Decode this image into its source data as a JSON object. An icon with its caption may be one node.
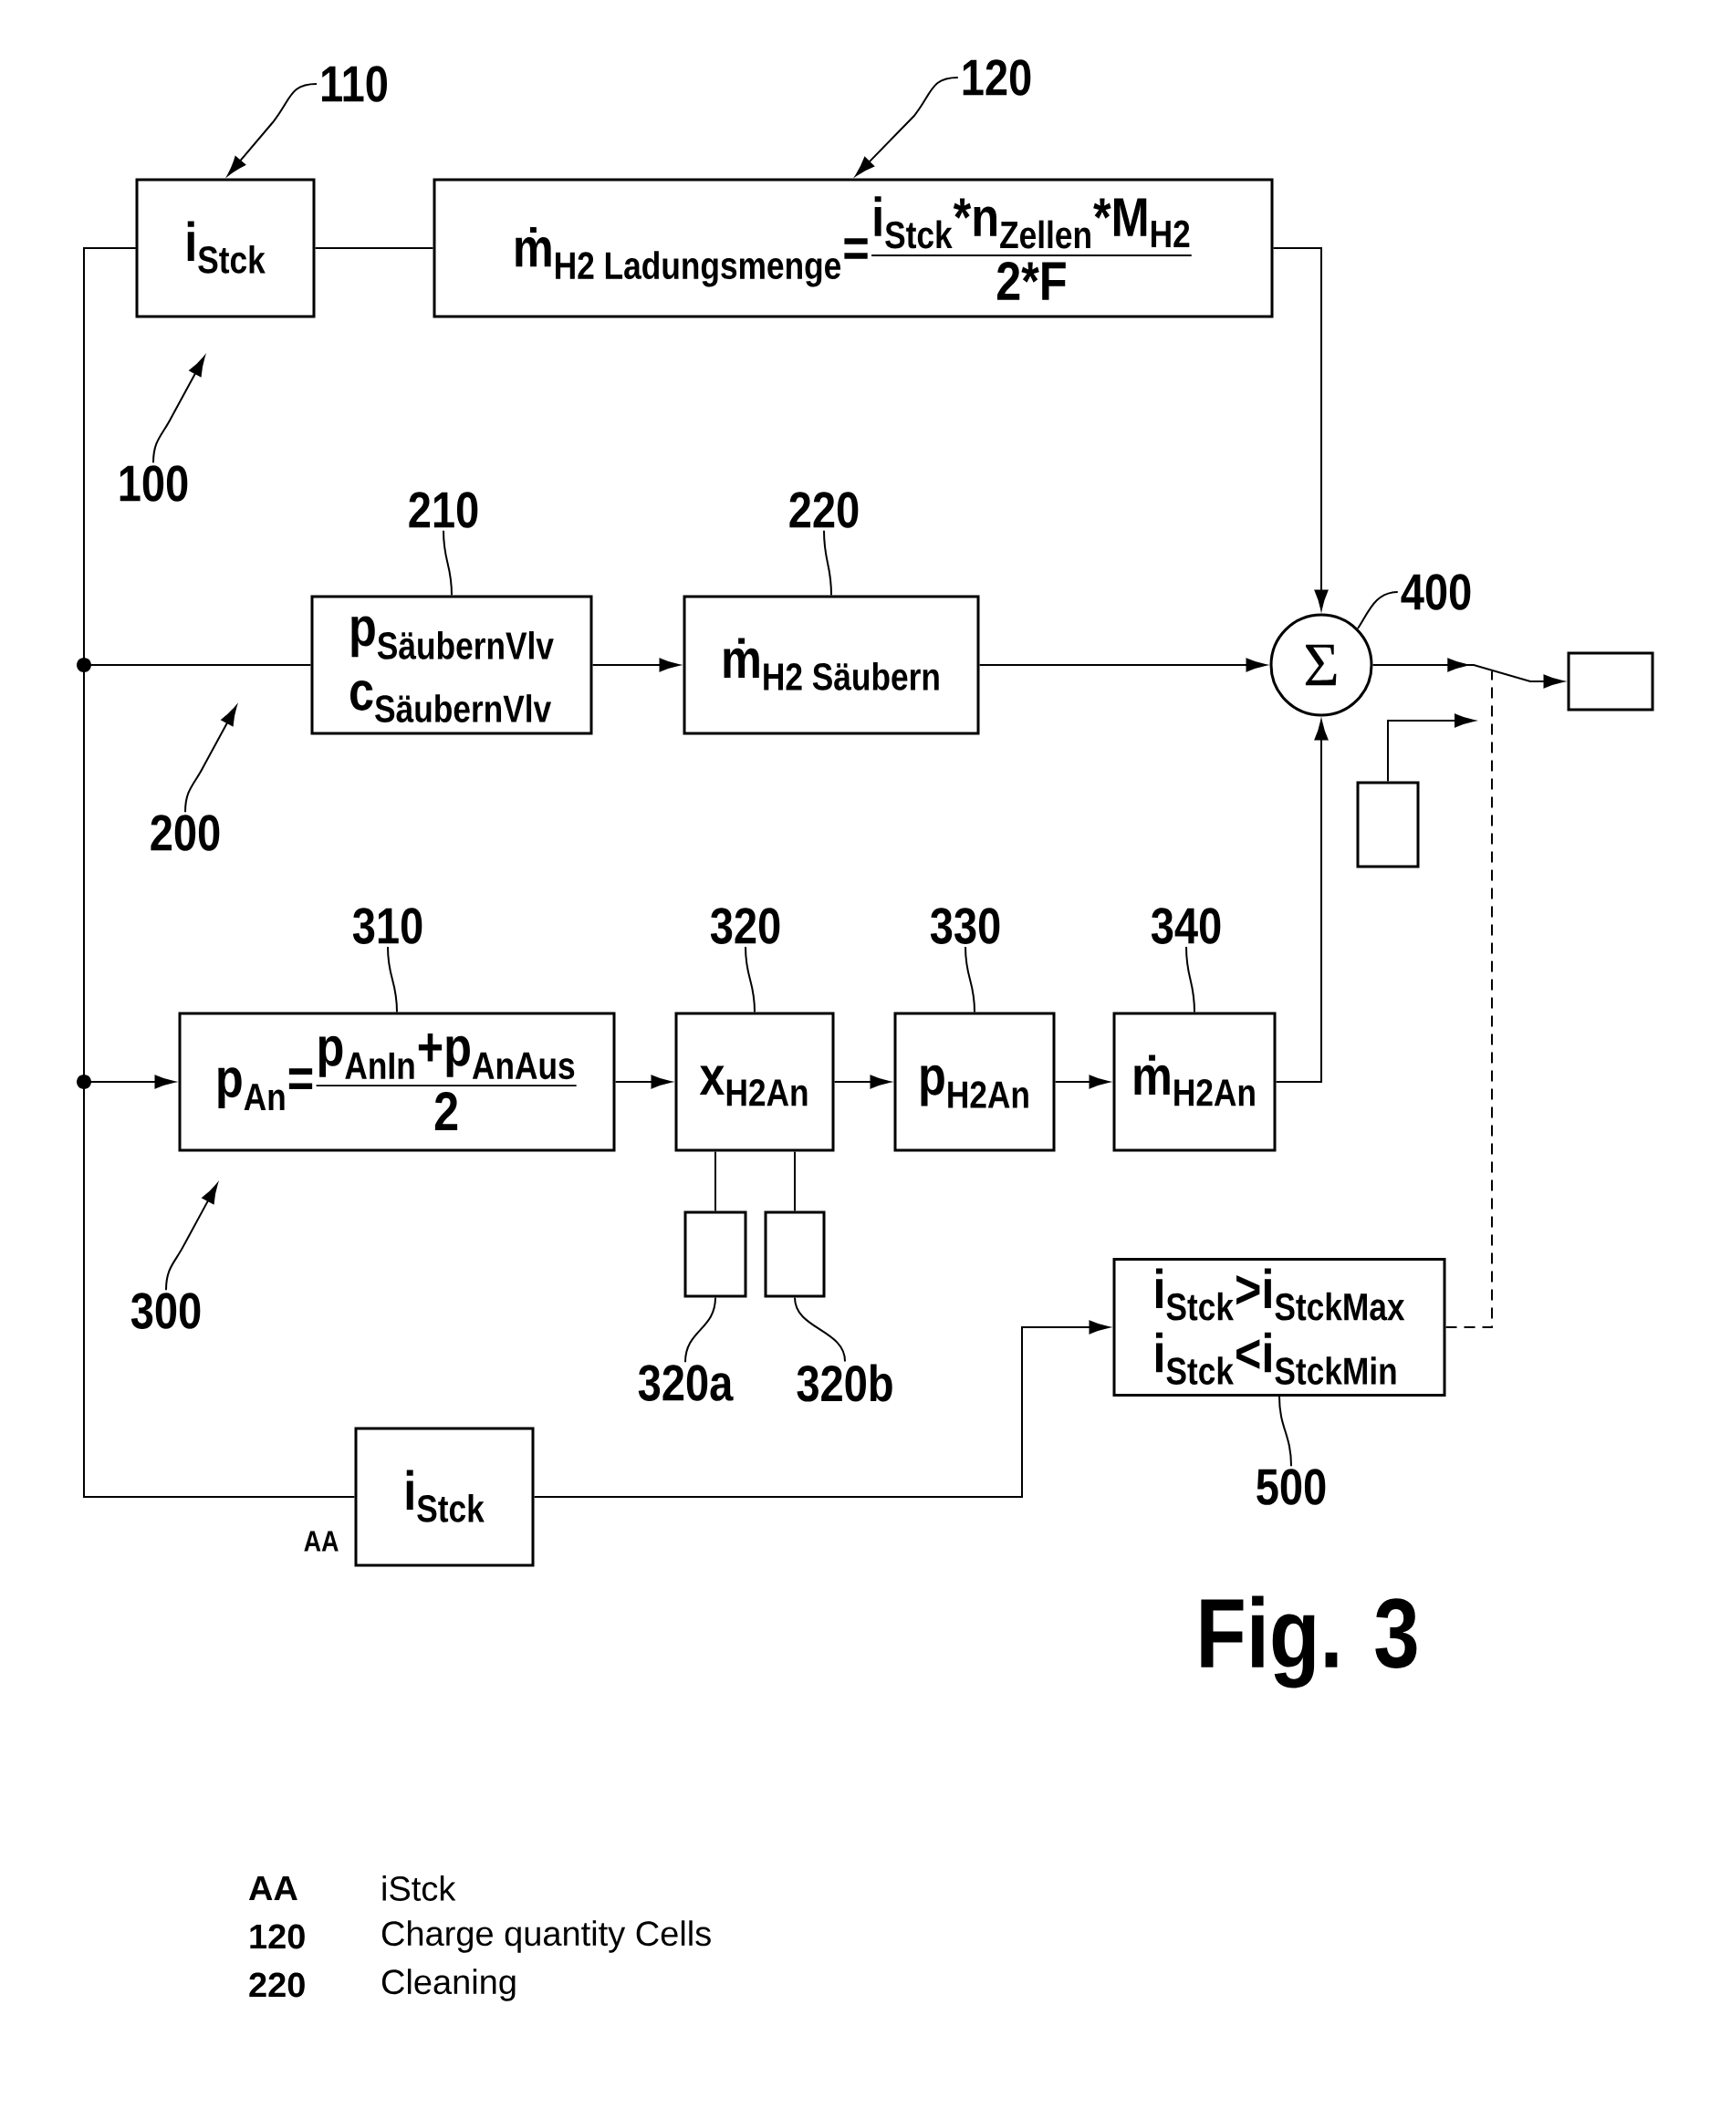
{
  "diagram": {
    "caption": "Fig. 3",
    "nodes": [
      {
        "text": [
          "110"
        ]
      },
      {
        "text": [
          "120"
        ]
      },
      {
        "text": [
          "\\text{i}_{\\text{Stck}}"
        ]
      },
      {
        "text": [
          "\\text{ṁ}_{\\text{H2 Ladungsmenge}}\\text{=}\\frac{\\text{i}_{\\text{Stck}}\\text{*n}_{\\text{Zellen}}\\text{*M}_{\\text{H2}}}{\\text{2*F}}"
        ]
      },
      {
        "text": [
          "100"
        ]
      },
      {
        "text": [
          "210"
        ]
      },
      {
        "text": [
          "220"
        ]
      },
      {
        "text": [
          "\\text{p}_{\\text{SäubernVlv}}",
          "\\text{c}_{\\text{SäubernVlv}}"
        ]
      },
      {
        "text": [
          "\\text{ṁ}_{\\text{H2 Säubern}}"
        ]
      },
      {
        "text": [
          "400"
        ]
      },
      {
        "text": [
          "Σ"
        ]
      },
      {
        "text": [
          "200"
        ]
      },
      {
        "text": [],
        "shape": "box"
      },
      {
        "text": [],
        "shape": "box"
      },
      {
        "text": [
          "310"
        ]
      },
      {
        "text": [
          "320"
        ]
      },
      {
        "text": [
          "330"
        ]
      },
      {
        "text": [
          "340"
        ]
      },
      {
        "text": [
          "\\text{p}_{\\text{An}}\\text{=}\\frac{\\text{p}_{\\text{AnIn}}\\text{+p}_{\\text{AnAus}}}{\\text{2}}"
        ]
      },
      {
        "text": [
          "\\text{x}_{\\text{H2An}}"
        ]
      },
      {
        "text": [
          "\\text{p}_{\\text{H2An}}"
        ]
      },
      {
        "text": [
          "\\text{ṁ}_{\\text{H2An}}"
        ]
      },
      {
        "text": [
          "300"
        ]
      },
      {
        "text": [],
        "shape": "box"
      },
      {
        "text": [],
        "shape": "box"
      },
      {
        "text": [
          "320a"
        ]
      },
      {
        "text": [
          "320b"
        ]
      },
      {
        "text": [
          "\\text{i}_{\\text{Stck}}\\text{>i}_{\\text{StckMax}}",
          "\\text{i}_{\\text{Stck}}\\text{<i}_{\\text{StckMin}}"
        ]
      },
      {
        "text": [
          "500"
        ]
      },
      {
        "text": [
          "\\text{i}_{\\text{Stck}}"
        ],
        "beside": [
          "AA"
        ]
      }
    ],
    "edges": [
      {
        "from": 0,
        "to": 2,
        "arrow": "to"
      },
      {
        "from": 1,
        "to": 3,
        "arrow": "to"
      },
      {
        "from": 4,
        "to": null,
        "arrow": "to"
      },
      {
        "from": 5,
        "to": 7,
        "arrow": "none"
      },
      {
        "from": 6,
        "to": 8,
        "arrow": "none"
      },
      {
        "from": 9,
        "to": 10,
        "arrow": "none"
      },
      {
        "from": 11,
        "to": null,
        "arrow": "to"
      },
      {
        "from": 14,
        "to": 18,
        "arrow": "none"
      },
      {
        "from": 15,
        "to": 19,
        "arrow": "none"
      },
      {
        "from": 16,
        "to": 20,
        "arrow": "none"
      },
      {
        "from": 17,
        "to": 21,
        "arrow": "none"
      },
      {
        "from": 22,
        "to": null,
        "arrow": "to"
      },
      {
        "from": 25,
        "to": 23,
        "arrow": "none"
      },
      {
        "from": 26,
        "to": 24,
        "arrow": "none"
      },
      {
        "from": 28,
        "to": 27,
        "arrow": "none"
      },
      {
        "from": 2,
        "to": 3,
        "arrow": "none"
      },
      {
        "from": 3,
        "to": 10,
        "arrow": "to"
      },
      {
        "from": 2,
        "to": 7,
        "arrow": "none"
      },
      {
        "from": 2,
        "to": 18,
        "arrow": "to"
      },
      {
        "from": 2,
        "to": 29,
        "arrow": "none"
      },
      {
        "from": 7,
        "to": 8,
        "arrow": "to"
      },
      {
        "from": 8,
        "to": 10,
        "arrow": "to"
      },
      {
        "from": 18,
        "to": 19,
        "arrow": "to"
      },
      {
        "from": 19,
        "to": 20,
        "arrow": "to"
      },
      {
        "from": 20,
        "to": 21,
        "arrow": "to"
      },
      {
        "from": 21,
        "to": 10,
        "arrow": "to"
      },
      {
        "from": 19,
        "to": 23,
        "arrow": "none"
      },
      {
        "from": 19,
        "to": 24,
        "arrow": "none"
      },
      {
        "from": 29,
        "to": 27,
        "arrow": "to"
      },
      {
        "from": 10,
        "to": 12,
        "arrow": "to"
      },
      {
        "from": 13,
        "to": null,
        "arrow": "to"
      },
      {
        "from": 27,
        "to": null,
        "arrow": "none",
        "style": "dashed"
      }
    ],
    "labels": [
      "AA",
      "iStck",
      "120",
      "Charge quantity Cells",
      "220",
      "Cleaning"
    ]
  }
}
